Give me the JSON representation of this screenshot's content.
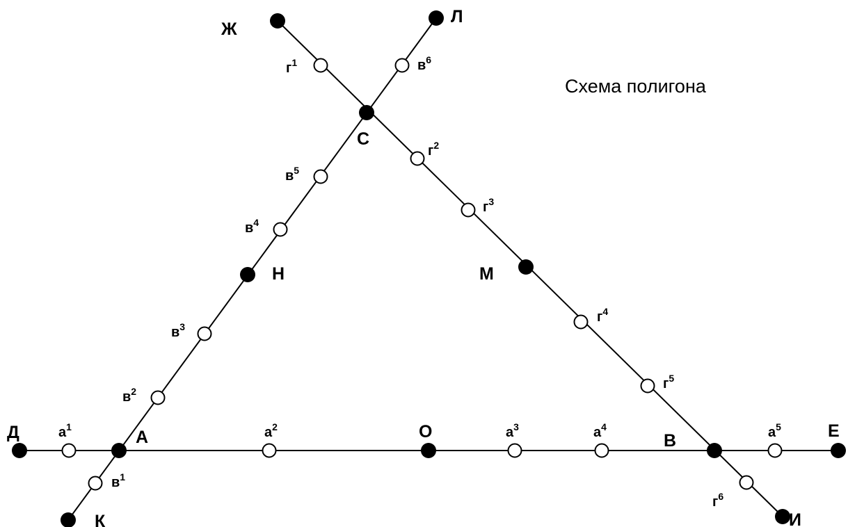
{
  "title": "Схема полигона",
  "colors": {
    "line": "#000000",
    "station_fill": "#000000",
    "point_fill": "#ffffff"
  },
  "stations": [
    {
      "id": "Д",
      "label": "Д"
    },
    {
      "id": "A",
      "label": "А"
    },
    {
      "id": "O",
      "label": "О"
    },
    {
      "id": "B",
      "label": "В"
    },
    {
      "id": "E",
      "label": "Е"
    },
    {
      "id": "K",
      "label": "К"
    },
    {
      "id": "H",
      "label": "Н"
    },
    {
      "id": "C",
      "label": "С"
    },
    {
      "id": "L",
      "label": "Л"
    },
    {
      "id": "Zh",
      "label": "Ж"
    },
    {
      "id": "M",
      "label": "М"
    },
    {
      "id": "I",
      "label": "И"
    }
  ],
  "points": [
    {
      "id": "a1",
      "base": "а",
      "sup": "1"
    },
    {
      "id": "a2",
      "base": "а",
      "sup": "2"
    },
    {
      "id": "a3",
      "base": "а",
      "sup": "3"
    },
    {
      "id": "a4",
      "base": "а",
      "sup": "4"
    },
    {
      "id": "a5",
      "base": "а",
      "sup": "5"
    },
    {
      "id": "v1",
      "base": "в",
      "sup": "1"
    },
    {
      "id": "v2",
      "base": "в",
      "sup": "2"
    },
    {
      "id": "v3",
      "base": "в",
      "sup": "3"
    },
    {
      "id": "v4",
      "base": "в",
      "sup": "4"
    },
    {
      "id": "v5",
      "base": "в",
      "sup": "5"
    },
    {
      "id": "v6",
      "base": "в",
      "sup": "6"
    },
    {
      "id": "g1",
      "base": "г",
      "sup": "1"
    },
    {
      "id": "g2",
      "base": "г",
      "sup": "2"
    },
    {
      "id": "g3",
      "base": "г",
      "sup": "3"
    },
    {
      "id": "g4",
      "base": "г",
      "sup": "4"
    },
    {
      "id": "g5",
      "base": "г",
      "sup": "5"
    },
    {
      "id": "g6",
      "base": "г",
      "sup": "6"
    }
  ],
  "lines": [
    {
      "id": "line-D-E",
      "from": "Д",
      "to": "Е"
    },
    {
      "id": "line-K-L",
      "from": "К",
      "to": "Л"
    },
    {
      "id": "line-Zh-I",
      "from": "Ж",
      "to": "И"
    }
  ]
}
